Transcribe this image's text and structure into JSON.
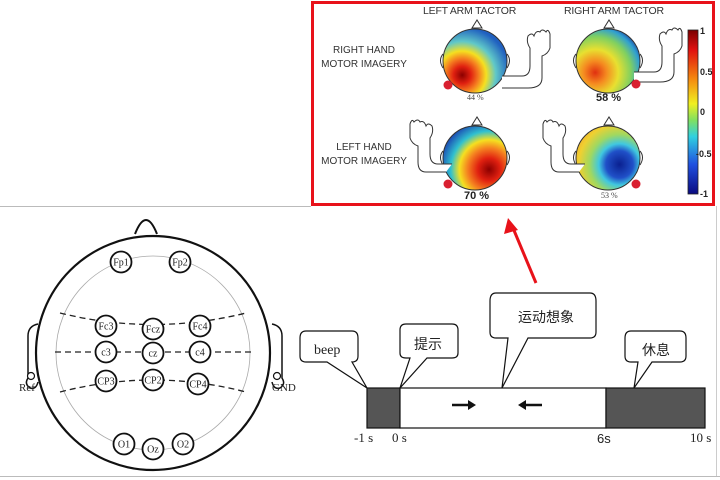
{
  "topography_panel": {
    "columns": [
      "LEFT ARM TACTOR",
      "RIGHT ARM TACTOR"
    ],
    "rows": [
      {
        "label_line1": "RIGHT HAND",
        "label_line2": "MOTOR IMAGERY",
        "accuracies": [
          "44 %",
          "58 %"
        ]
      },
      {
        "label_line1": "LEFT HAND",
        "label_line2": "MOTOR IMAGERY",
        "accuracies": [
          "70 %",
          "53 %"
        ]
      }
    ],
    "colorbar": {
      "ticks": [
        "1",
        "0.5",
        "0",
        "-0.5",
        "-1"
      ],
      "range": [
        -1,
        1
      ]
    },
    "highlight_color": "#e8121a"
  },
  "electrode_map": {
    "electrodes": [
      "Fp1",
      "Fp2",
      "Fc3",
      "Fcz",
      "Fc4",
      "c3",
      "cz",
      "c4",
      "CP3",
      "CP2",
      "CP4",
      "O1",
      "Oz",
      "O2"
    ],
    "ref_label": "Ref",
    "gnd_label": "GND"
  },
  "timeline": {
    "bubbles": {
      "beep": "beep",
      "cue": "提示",
      "motor_imagery": "运动想象",
      "rest": "休息"
    },
    "ticks": [
      "-1 s",
      "0 s",
      "6s",
      "10 s"
    ],
    "segments": [
      {
        "name": "beep",
        "start": -1,
        "end": 0,
        "fill": "#555555"
      },
      {
        "name": "motor-imagery",
        "start": 0,
        "end": 6,
        "fill": "#ffffff"
      },
      {
        "name": "rest",
        "start": 6,
        "end": 10,
        "fill": "#555555"
      }
    ],
    "arrows": [
      "→",
      "←"
    ]
  }
}
